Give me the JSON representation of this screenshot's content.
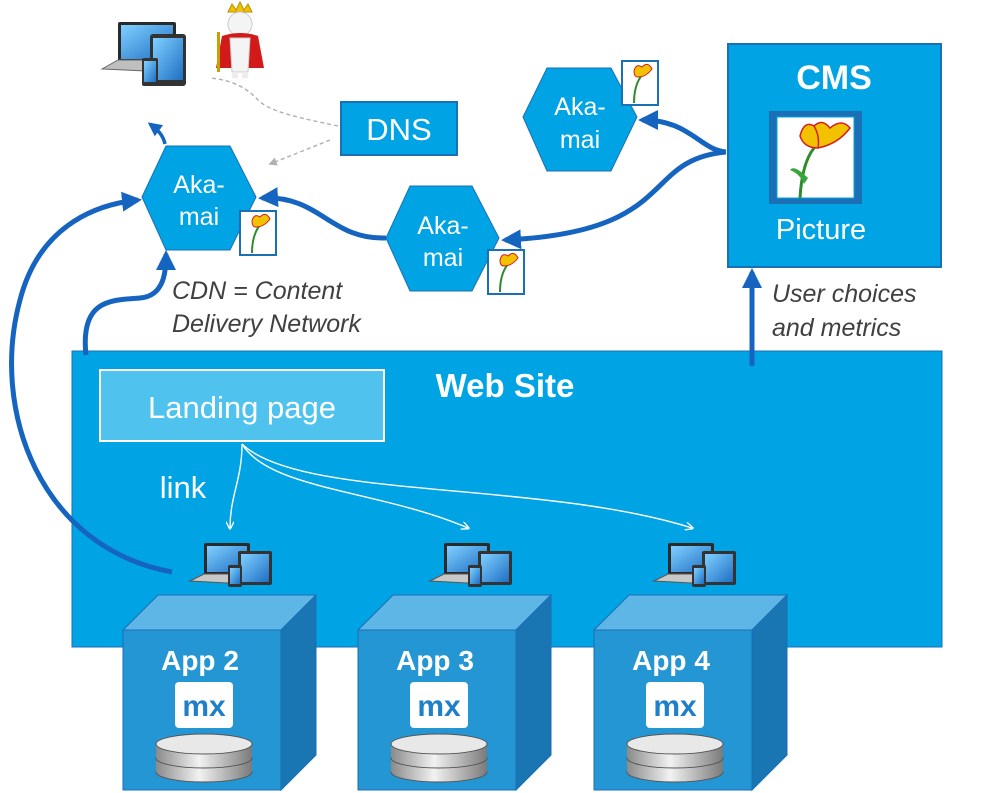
{
  "dns": {
    "label": "DNS"
  },
  "cms": {
    "title": "CMS",
    "picture_label": "Picture"
  },
  "cdn_nodes": [
    {
      "line1": "Aka-",
      "line2": "mai"
    },
    {
      "line1": "Aka-",
      "line2": "mai"
    },
    {
      "line1": "Aka-",
      "line2": "mai"
    }
  ],
  "cdn_caption": {
    "line1": "CDN = Content",
    "line2": "Delivery Network"
  },
  "metrics_caption": {
    "line1": "User choices",
    "line2": "and metrics"
  },
  "website": {
    "title": "Web Site",
    "landing_page": "Landing page",
    "link_label": "link"
  },
  "apps": [
    {
      "name": "App 2",
      "logo": "mx"
    },
    {
      "name": "App 3",
      "logo": "mx"
    },
    {
      "name": "App 4",
      "logo": "mx"
    }
  ],
  "colors": {
    "accent": "#00a4e4",
    "dark_blue": "#1a6fb5",
    "arrow_blue": "#1565c0",
    "cube_front": "#2596d4",
    "cube_top": "#5db6e6",
    "cube_side": "#1a76b3"
  },
  "icons": [
    "devices-icon",
    "king-icon",
    "tulip-icon",
    "database-icon"
  ]
}
